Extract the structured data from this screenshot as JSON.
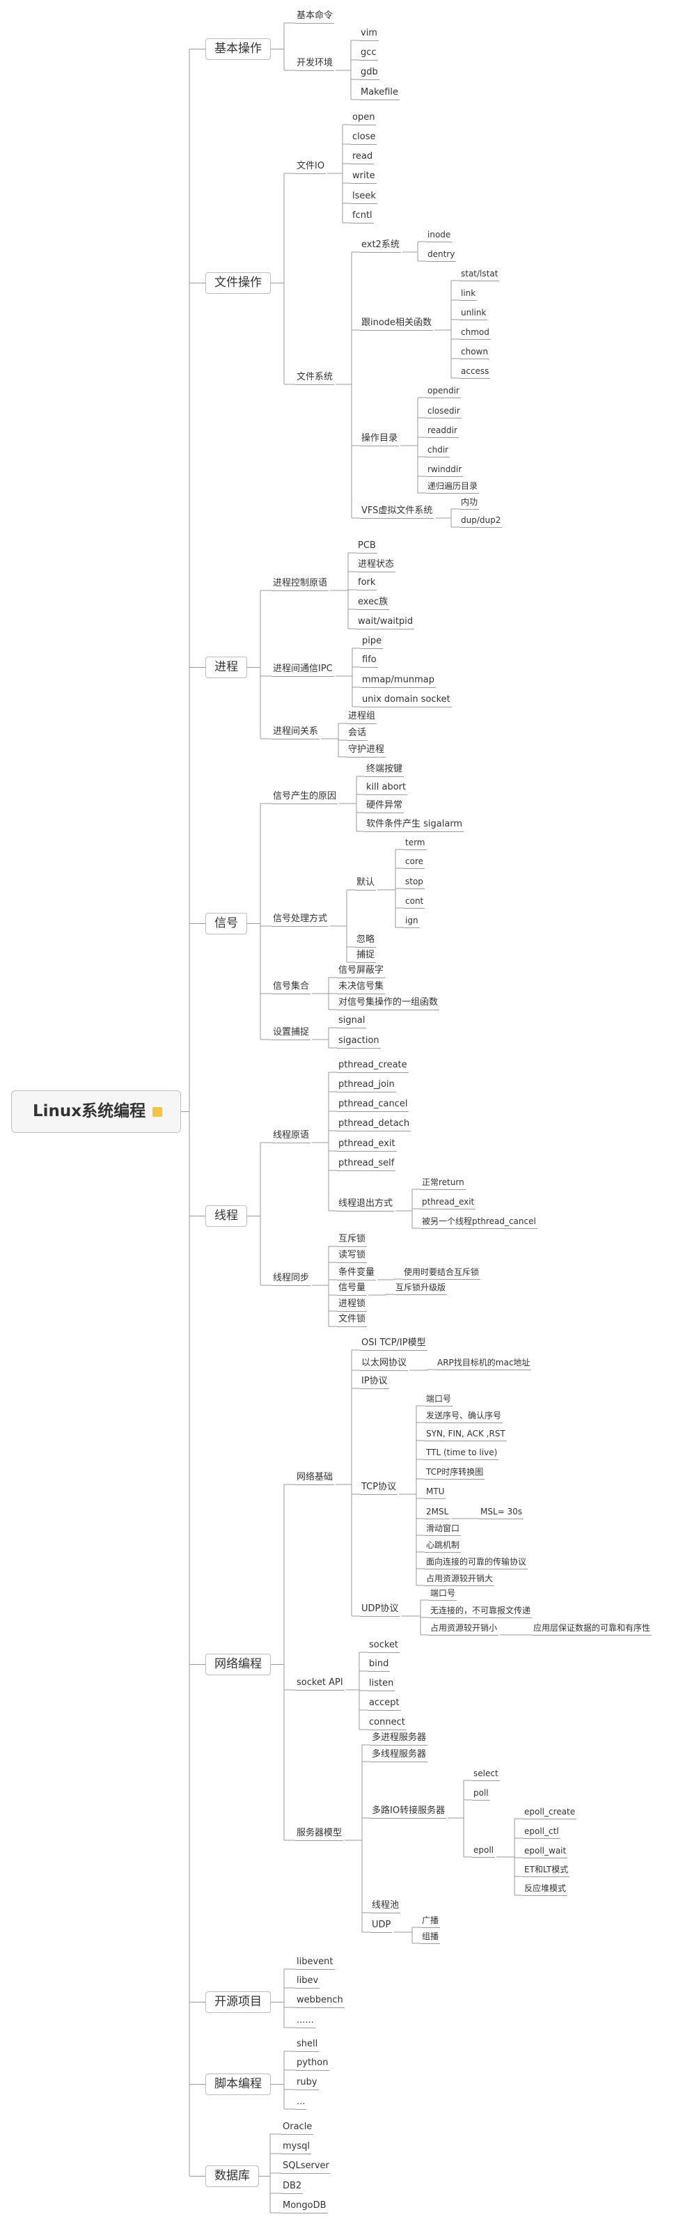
{
  "root": "Linux系统编程",
  "branches": [
    {
      "label": "基本操作",
      "children": [
        {
          "label": "基本命令"
        },
        {
          "label": "开发环境",
          "children": [
            {
              "label": "vim"
            },
            {
              "label": "gcc"
            },
            {
              "label": "gdb"
            },
            {
              "label": "Makefile"
            }
          ]
        }
      ]
    },
    {
      "label": "文件操作",
      "children": [
        {
          "label": "文件IO",
          "children": [
            {
              "label": "open"
            },
            {
              "label": "close"
            },
            {
              "label": "read"
            },
            {
              "label": "write"
            },
            {
              "label": "lseek"
            },
            {
              "label": "fcntl"
            }
          ]
        },
        {
          "label": "文件系统",
          "children": [
            {
              "label": "ext2系统",
              "children": [
                {
                  "label": "inode"
                },
                {
                  "label": "dentry"
                }
              ]
            },
            {
              "label": "跟inode相关函数",
              "children": [
                {
                  "label": "stat/lstat"
                },
                {
                  "label": "link"
                },
                {
                  "label": "unlink"
                },
                {
                  "label": "chmod"
                },
                {
                  "label": "chown"
                },
                {
                  "label": "access"
                }
              ]
            },
            {
              "label": "操作目录",
              "children": [
                {
                  "label": "opendir"
                },
                {
                  "label": "closedir"
                },
                {
                  "label": "readdir"
                },
                {
                  "label": "chdir"
                },
                {
                  "label": "rwinddir"
                },
                {
                  "label": "递归遍历目录"
                }
              ]
            },
            {
              "label": "VFS虚拟文件系统",
              "children": [
                {
                  "label": "内功"
                },
                {
                  "label": "dup/dup2"
                }
              ]
            }
          ]
        }
      ]
    },
    {
      "label": "进程",
      "children": [
        {
          "label": "进程控制原语",
          "children": [
            {
              "label": "PCB"
            },
            {
              "label": "进程状态"
            },
            {
              "label": "fork"
            },
            {
              "label": "exec族"
            },
            {
              "label": "wait/waitpid"
            }
          ]
        },
        {
          "label": "进程间通信IPC",
          "children": [
            {
              "label": "pipe"
            },
            {
              "label": "fifo"
            },
            {
              "label": "mmap/munmap"
            },
            {
              "label": "unix domain socket"
            }
          ]
        },
        {
          "label": "进程间关系",
          "children": [
            {
              "label": "进程组"
            },
            {
              "label": "会话"
            },
            {
              "label": "守护进程"
            }
          ]
        }
      ]
    },
    {
      "label": "信号",
      "children": [
        {
          "label": "信号产生的原因",
          "children": [
            {
              "label": "终端按键"
            },
            {
              "label": "kill abort"
            },
            {
              "label": "硬件异常"
            },
            {
              "label": "软件条件产生 sigalarm"
            }
          ]
        },
        {
          "label": "信号处理方式",
          "children": [
            {
              "label": "默认",
              "children": [
                {
                  "label": "term"
                },
                {
                  "label": "core"
                },
                {
                  "label": "stop"
                },
                {
                  "label": "cont"
                },
                {
                  "label": "ign"
                }
              ]
            },
            {
              "label": "忽略"
            },
            {
              "label": "捕捉"
            }
          ]
        },
        {
          "label": "信号集合",
          "children": [
            {
              "label": "信号屏蔽字"
            },
            {
              "label": "未决信号集"
            },
            {
              "label": "对信号集操作的一组函数"
            }
          ]
        },
        {
          "label": "设置捕捉",
          "children": [
            {
              "label": "signal"
            },
            {
              "label": "sigaction"
            }
          ]
        }
      ]
    },
    {
      "label": "线程",
      "children": [
        {
          "label": "线程原语",
          "children": [
            {
              "label": "pthread_create"
            },
            {
              "label": "pthread_join"
            },
            {
              "label": "pthread_cancel"
            },
            {
              "label": "pthread_detach"
            },
            {
              "label": "pthread_exit"
            },
            {
              "label": "pthread_self"
            },
            {
              "label": "线程退出方式",
              "children": [
                {
                  "label": "正常return"
                },
                {
                  "label": "pthread_exit"
                },
                {
                  "label": "被另一个线程pthread_cancel"
                }
              ]
            }
          ]
        },
        {
          "label": "线程同步",
          "children": [
            {
              "label": "互斥锁"
            },
            {
              "label": "读写锁"
            },
            {
              "label": "条件变量",
              "children": [
                {
                  "label": "使用时要结合互斥锁"
                }
              ]
            },
            {
              "label": "信号量",
              "children": [
                {
                  "label": "互斥锁升级版"
                }
              ]
            },
            {
              "label": "进程锁"
            },
            {
              "label": "文件锁"
            }
          ]
        }
      ]
    },
    {
      "label": "网络编程",
      "children": [
        {
          "label": "网络基础",
          "children": [
            {
              "label": "OSI TCP/IP模型"
            },
            {
              "label": "以太网协议",
              "children": [
                {
                  "label": "ARP找目标机的mac地址"
                }
              ]
            },
            {
              "label": "IP协议"
            },
            {
              "label": "TCP协议",
              "children": [
                {
                  "label": "端口号"
                },
                {
                  "label": "发送序号、确认序号"
                },
                {
                  "label": "SYN, FIN, ACK ,RST"
                },
                {
                  "label": "TTL (time to live)"
                },
                {
                  "label": "TCP时序转换图"
                },
                {
                  "label": "MTU"
                },
                {
                  "label": "2MSL",
                  "children": [
                    {
                      "label": "MSL= 30s"
                    }
                  ]
                },
                {
                  "label": "滑动窗口"
                },
                {
                  "label": "心跳机制"
                },
                {
                  "label": "面向连接的可靠的传输协议"
                },
                {
                  "label": "占用资源较开销大"
                }
              ]
            },
            {
              "label": "UDP协议",
              "children": [
                {
                  "label": "端口号"
                },
                {
                  "label": "无连接的，不可靠报文传递"
                },
                {
                  "label": "占用资源较开销小",
                  "children": [
                    {
                      "label": "应用层保证数据的可靠和有序性"
                    }
                  ]
                }
              ]
            }
          ]
        },
        {
          "label": "socket API",
          "children": [
            {
              "label": "socket"
            },
            {
              "label": "bind"
            },
            {
              "label": "listen"
            },
            {
              "label": "accept"
            },
            {
              "label": "connect"
            }
          ]
        },
        {
          "label": "服务器模型",
          "children": [
            {
              "label": "多进程服务器"
            },
            {
              "label": "多线程服务器"
            },
            {
              "label": "多路IO转接服务器",
              "children": [
                {
                  "label": "select"
                },
                {
                  "label": "poll"
                },
                {
                  "label": "epoll",
                  "children": [
                    {
                      "label": "epoll_create"
                    },
                    {
                      "label": "epoll_ctl"
                    },
                    {
                      "label": "epoll_wait"
                    },
                    {
                      "label": "ET和LT模式"
                    },
                    {
                      "label": "反应堆模式"
                    }
                  ]
                }
              ]
            },
            {
              "label": "线程池"
            },
            {
              "label": "UDP",
              "children": [
                {
                  "label": "广播"
                },
                {
                  "label": "组播"
                }
              ]
            }
          ]
        }
      ]
    },
    {
      "label": "开源项目",
      "children": [
        {
          "label": "libevent"
        },
        {
          "label": "libev"
        },
        {
          "label": "webbench"
        },
        {
          "label": "......"
        }
      ]
    },
    {
      "label": "脚本编程",
      "children": [
        {
          "label": "shell"
        },
        {
          "label": "python"
        },
        {
          "label": "ruby"
        },
        {
          "label": "..."
        }
      ]
    },
    {
      "label": "数据库",
      "children": [
        {
          "label": "Oracle"
        },
        {
          "label": "mysql"
        },
        {
          "label": "SQLserver"
        },
        {
          "label": "DB2"
        },
        {
          "label": "MongoDB"
        }
      ]
    }
  ]
}
